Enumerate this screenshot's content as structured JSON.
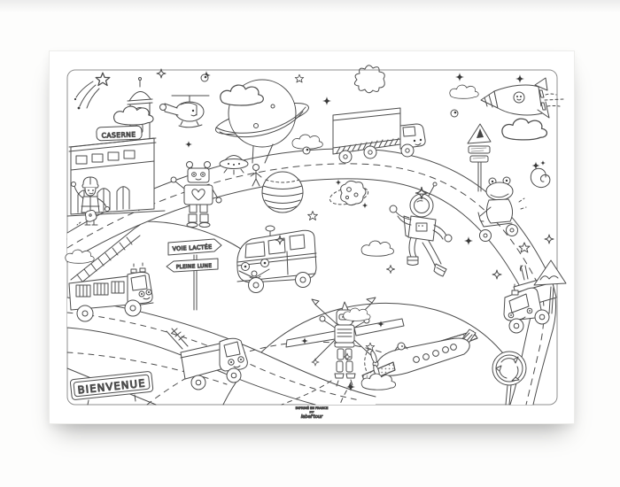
{
  "artwork": {
    "kind": "children coloring placemat (black and white line art)",
    "theme": "space adventure town with rescue vehicles, robots and astronaut",
    "background_color": "#fdfdfc",
    "paper_color": "#ffffff",
    "line_color": "#4d4d4d"
  },
  "texts": {
    "fire_station_sign": "CASERNE",
    "signpost_arrow_top": "VOIE LACTÉE",
    "signpost_arrow_bottom": "PLEINE LUNE",
    "welcome_sign": "BIENVENUE",
    "fine_print_line1": "IMPRIMÉ EN FRANCE",
    "fine_print_line2": "par",
    "fine_print_brand": "label'tour"
  },
  "scene_elements": [
    "shooting-star-icon",
    "cloud-icon",
    "fire-station-icon",
    "clock-tower-icon",
    "helicopter-icon",
    "saturn-balloon-icon",
    "sun-icon",
    "cargo-truck-icon",
    "rocket-icon",
    "space-warning-signpost-icon",
    "ufo-icon",
    "firefighter-icon",
    "robot-icon",
    "striped-planet-icon",
    "asteroid-icon",
    "astronaut-icon",
    "monster-scooter-icon",
    "spiral-galaxy-icon",
    "camper-van-icon",
    "direction-signpost-icon",
    "fire-truck-icon",
    "pickup-truck-icon",
    "welcome-sign-icon",
    "jet-robot-icon",
    "propeller-plane-icon",
    "tow-truck-icon",
    "roundabout-sign-icon",
    "bump-warning-sign-icon",
    "winding-roads",
    "stars-and-sparkles"
  ]
}
